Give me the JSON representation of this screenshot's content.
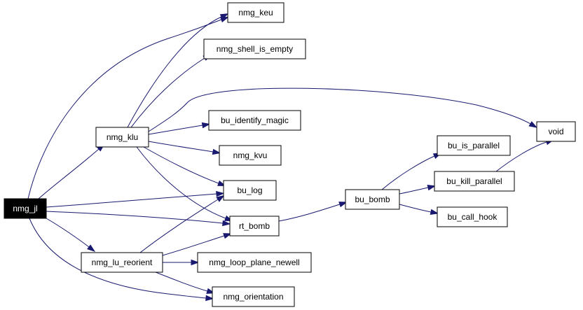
{
  "graph": {
    "nodes": [
      {
        "id": "nmg_jl",
        "label": "nmg_jl",
        "root": true
      },
      {
        "id": "nmg_keu",
        "label": "nmg_keu"
      },
      {
        "id": "nmg_shell_is_empty",
        "label": "nmg_shell_is_empty"
      },
      {
        "id": "nmg_klu",
        "label": "nmg_klu"
      },
      {
        "id": "bu_identify_magic",
        "label": "bu_identify_magic"
      },
      {
        "id": "nmg_kvu",
        "label": "nmg_kvu"
      },
      {
        "id": "bu_log",
        "label": "bu_log"
      },
      {
        "id": "rt_bomb",
        "label": "rt_bomb"
      },
      {
        "id": "nmg_lu_reorient",
        "label": "nmg_lu_reorient"
      },
      {
        "id": "nmg_loop_plane_newell",
        "label": "nmg_loop_plane_newell"
      },
      {
        "id": "nmg_orientation",
        "label": "nmg_orientation"
      },
      {
        "id": "bu_bomb",
        "label": "bu_bomb"
      },
      {
        "id": "bu_is_parallel",
        "label": "bu_is_parallel"
      },
      {
        "id": "bu_kill_parallel",
        "label": "bu_kill_parallel"
      },
      {
        "id": "bu_call_hook",
        "label": "bu_call_hook"
      },
      {
        "id": "void",
        "label": "void"
      }
    ],
    "edges": [
      {
        "from": "nmg_jl",
        "to": "nmg_keu"
      },
      {
        "from": "nmg_jl",
        "to": "nmg_klu"
      },
      {
        "from": "nmg_jl",
        "to": "bu_log"
      },
      {
        "from": "nmg_jl",
        "to": "rt_bomb"
      },
      {
        "from": "nmg_jl",
        "to": "nmg_lu_reorient"
      },
      {
        "from": "nmg_jl",
        "to": "nmg_orientation"
      },
      {
        "from": "nmg_klu",
        "to": "nmg_keu"
      },
      {
        "from": "nmg_klu",
        "to": "nmg_shell_is_empty"
      },
      {
        "from": "nmg_klu",
        "to": "void"
      },
      {
        "from": "nmg_klu",
        "to": "bu_identify_magic"
      },
      {
        "from": "nmg_klu",
        "to": "nmg_kvu"
      },
      {
        "from": "nmg_klu",
        "to": "bu_log"
      },
      {
        "from": "nmg_klu",
        "to": "rt_bomb"
      },
      {
        "from": "nmg_lu_reorient",
        "to": "bu_log"
      },
      {
        "from": "nmg_lu_reorient",
        "to": "rt_bomb"
      },
      {
        "from": "nmg_lu_reorient",
        "to": "nmg_loop_plane_newell"
      },
      {
        "from": "nmg_lu_reorient",
        "to": "nmg_orientation"
      },
      {
        "from": "rt_bomb",
        "to": "bu_bomb"
      },
      {
        "from": "bu_bomb",
        "to": "bu_is_parallel"
      },
      {
        "from": "bu_bomb",
        "to": "bu_kill_parallel"
      },
      {
        "from": "bu_bomb",
        "to": "bu_call_hook"
      },
      {
        "from": "bu_kill_parallel",
        "to": "void"
      }
    ],
    "colors": {
      "edge": "#191970",
      "node_border": "#000000",
      "root_fill": "#000000",
      "root_text": "#ffffff"
    }
  }
}
